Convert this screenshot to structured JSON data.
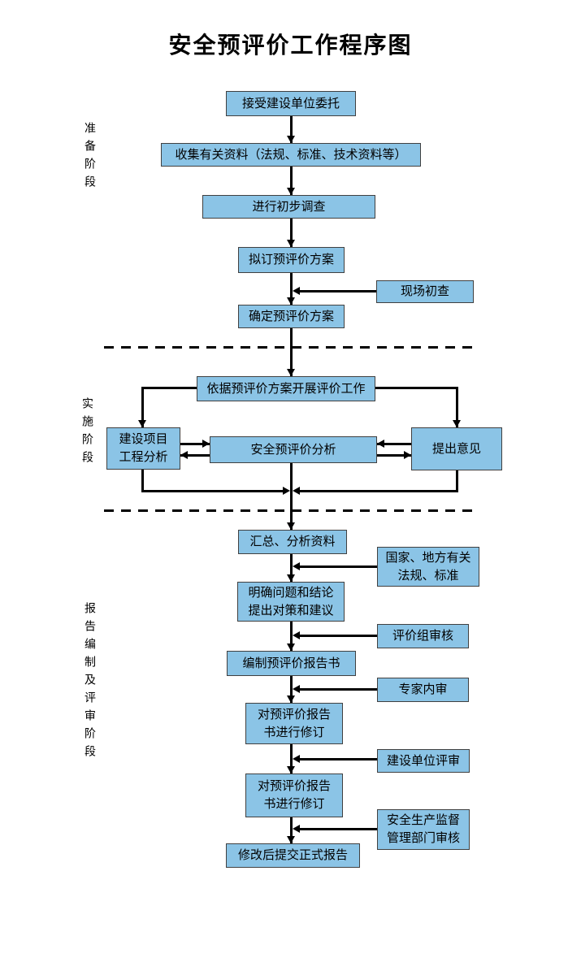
{
  "title": "安全预评价工作程序图",
  "stages": {
    "preparation": "准备阶段",
    "implementation": "实施阶段",
    "reporting": "报告编制及评审阶段"
  },
  "flow": {
    "accept": "接受建设单位委托",
    "collect": "收集有关资料（法规、标准、技术资料等）",
    "survey": "进行初步调查",
    "draft_plan": "拟订预评价方案",
    "confirm_plan": "确定预评价方案",
    "carry_out": "依据预评价方案开展评价工作",
    "project_analysis": "建设项目\n工程分析",
    "safety_analysis": "安全预评价分析",
    "opinions": "提出意见",
    "summarize": "汇总、分析资料",
    "clarify": "明确问题和结论\n提出对策和建议",
    "compile": "编制预评价报告书",
    "revise1": "对预评价报告\n书进行修订",
    "revise2": "对预评价报告\n书进行修订",
    "submit": "修改后提交正式报告"
  },
  "side": {
    "site_check": "现场初查",
    "laws": "国家、地方有关\n法规、标准",
    "group_review": "评价组审核",
    "expert_review": "专家内审",
    "client_review": "建设单位评审",
    "gov_review": "安全生产监督\n管理部门审核"
  },
  "colors": {
    "box_fill": "#8BC4E6",
    "box_border": "#404040",
    "line": "#000000",
    "background": "#FFFFFF"
  }
}
